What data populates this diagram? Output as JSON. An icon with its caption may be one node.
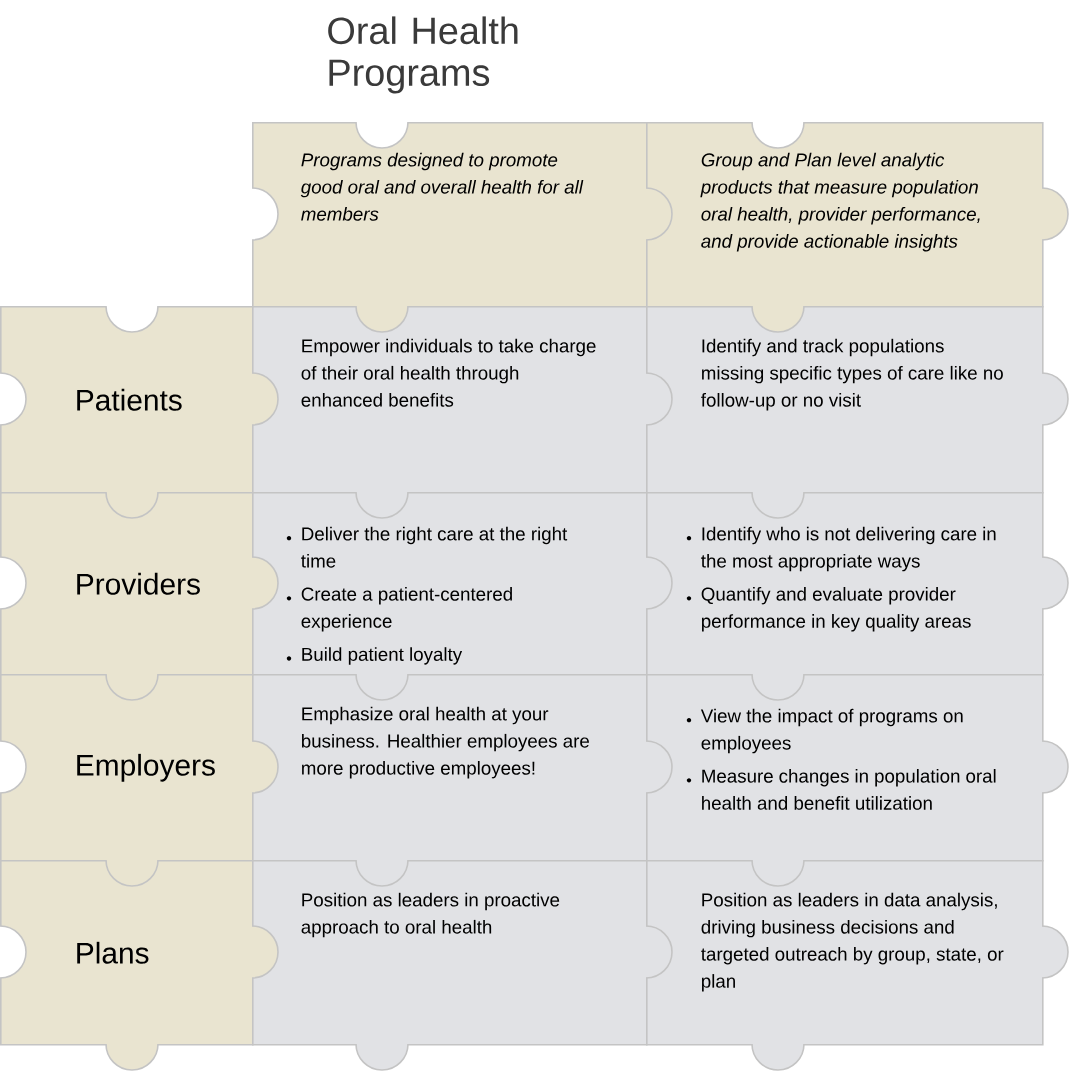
{
  "diagram": {
    "title": "Oral Health Programs",
    "nodes": [
      {
        "text": [
          "Programs designed to promote good oral and overall health for all members"
        ]
      },
      {
        "text": [
          "Group and Plan level analytic products that measure population oral health, provider performance, and provide actionable insights"
        ]
      },
      {
        "text": [
          "Patients"
        ]
      },
      {
        "text": [
          "Empower individuals to take charge of their oral health through enhanced benefits"
        ]
      },
      {
        "text": [
          "Identify and track populations missing specific types of care like no follow-up or no visit"
        ]
      },
      {
        "text": [
          "Providers"
        ]
      },
      {
        "text": [
          "Deliver the right care at the right time",
          "Create a patient-centered experience",
          "Build patient loyalty"
        ]
      },
      {
        "text": [
          "Identify who is not delivering care in the most appropriate ways",
          "Quantify and evaluate provider performance in key quality areas"
        ]
      },
      {
        "text": [
          "Employers"
        ]
      },
      {
        "text": [
          "Emphasize oral health at your business. Healthier employees are more productive employees!"
        ]
      },
      {
        "text": [
          "View the impact of programs on employees",
          "Measure changes in population oral health and benefit utilization"
        ]
      },
      {
        "text": [
          "Plans"
        ]
      },
      {
        "text": [
          "Position as leaders in proactive approach to oral health"
        ]
      },
      {
        "text": [
          "Position as leaders in data analysis, driving business decisions and targeted outreach by group, state, or plan"
        ]
      }
    ]
  }
}
